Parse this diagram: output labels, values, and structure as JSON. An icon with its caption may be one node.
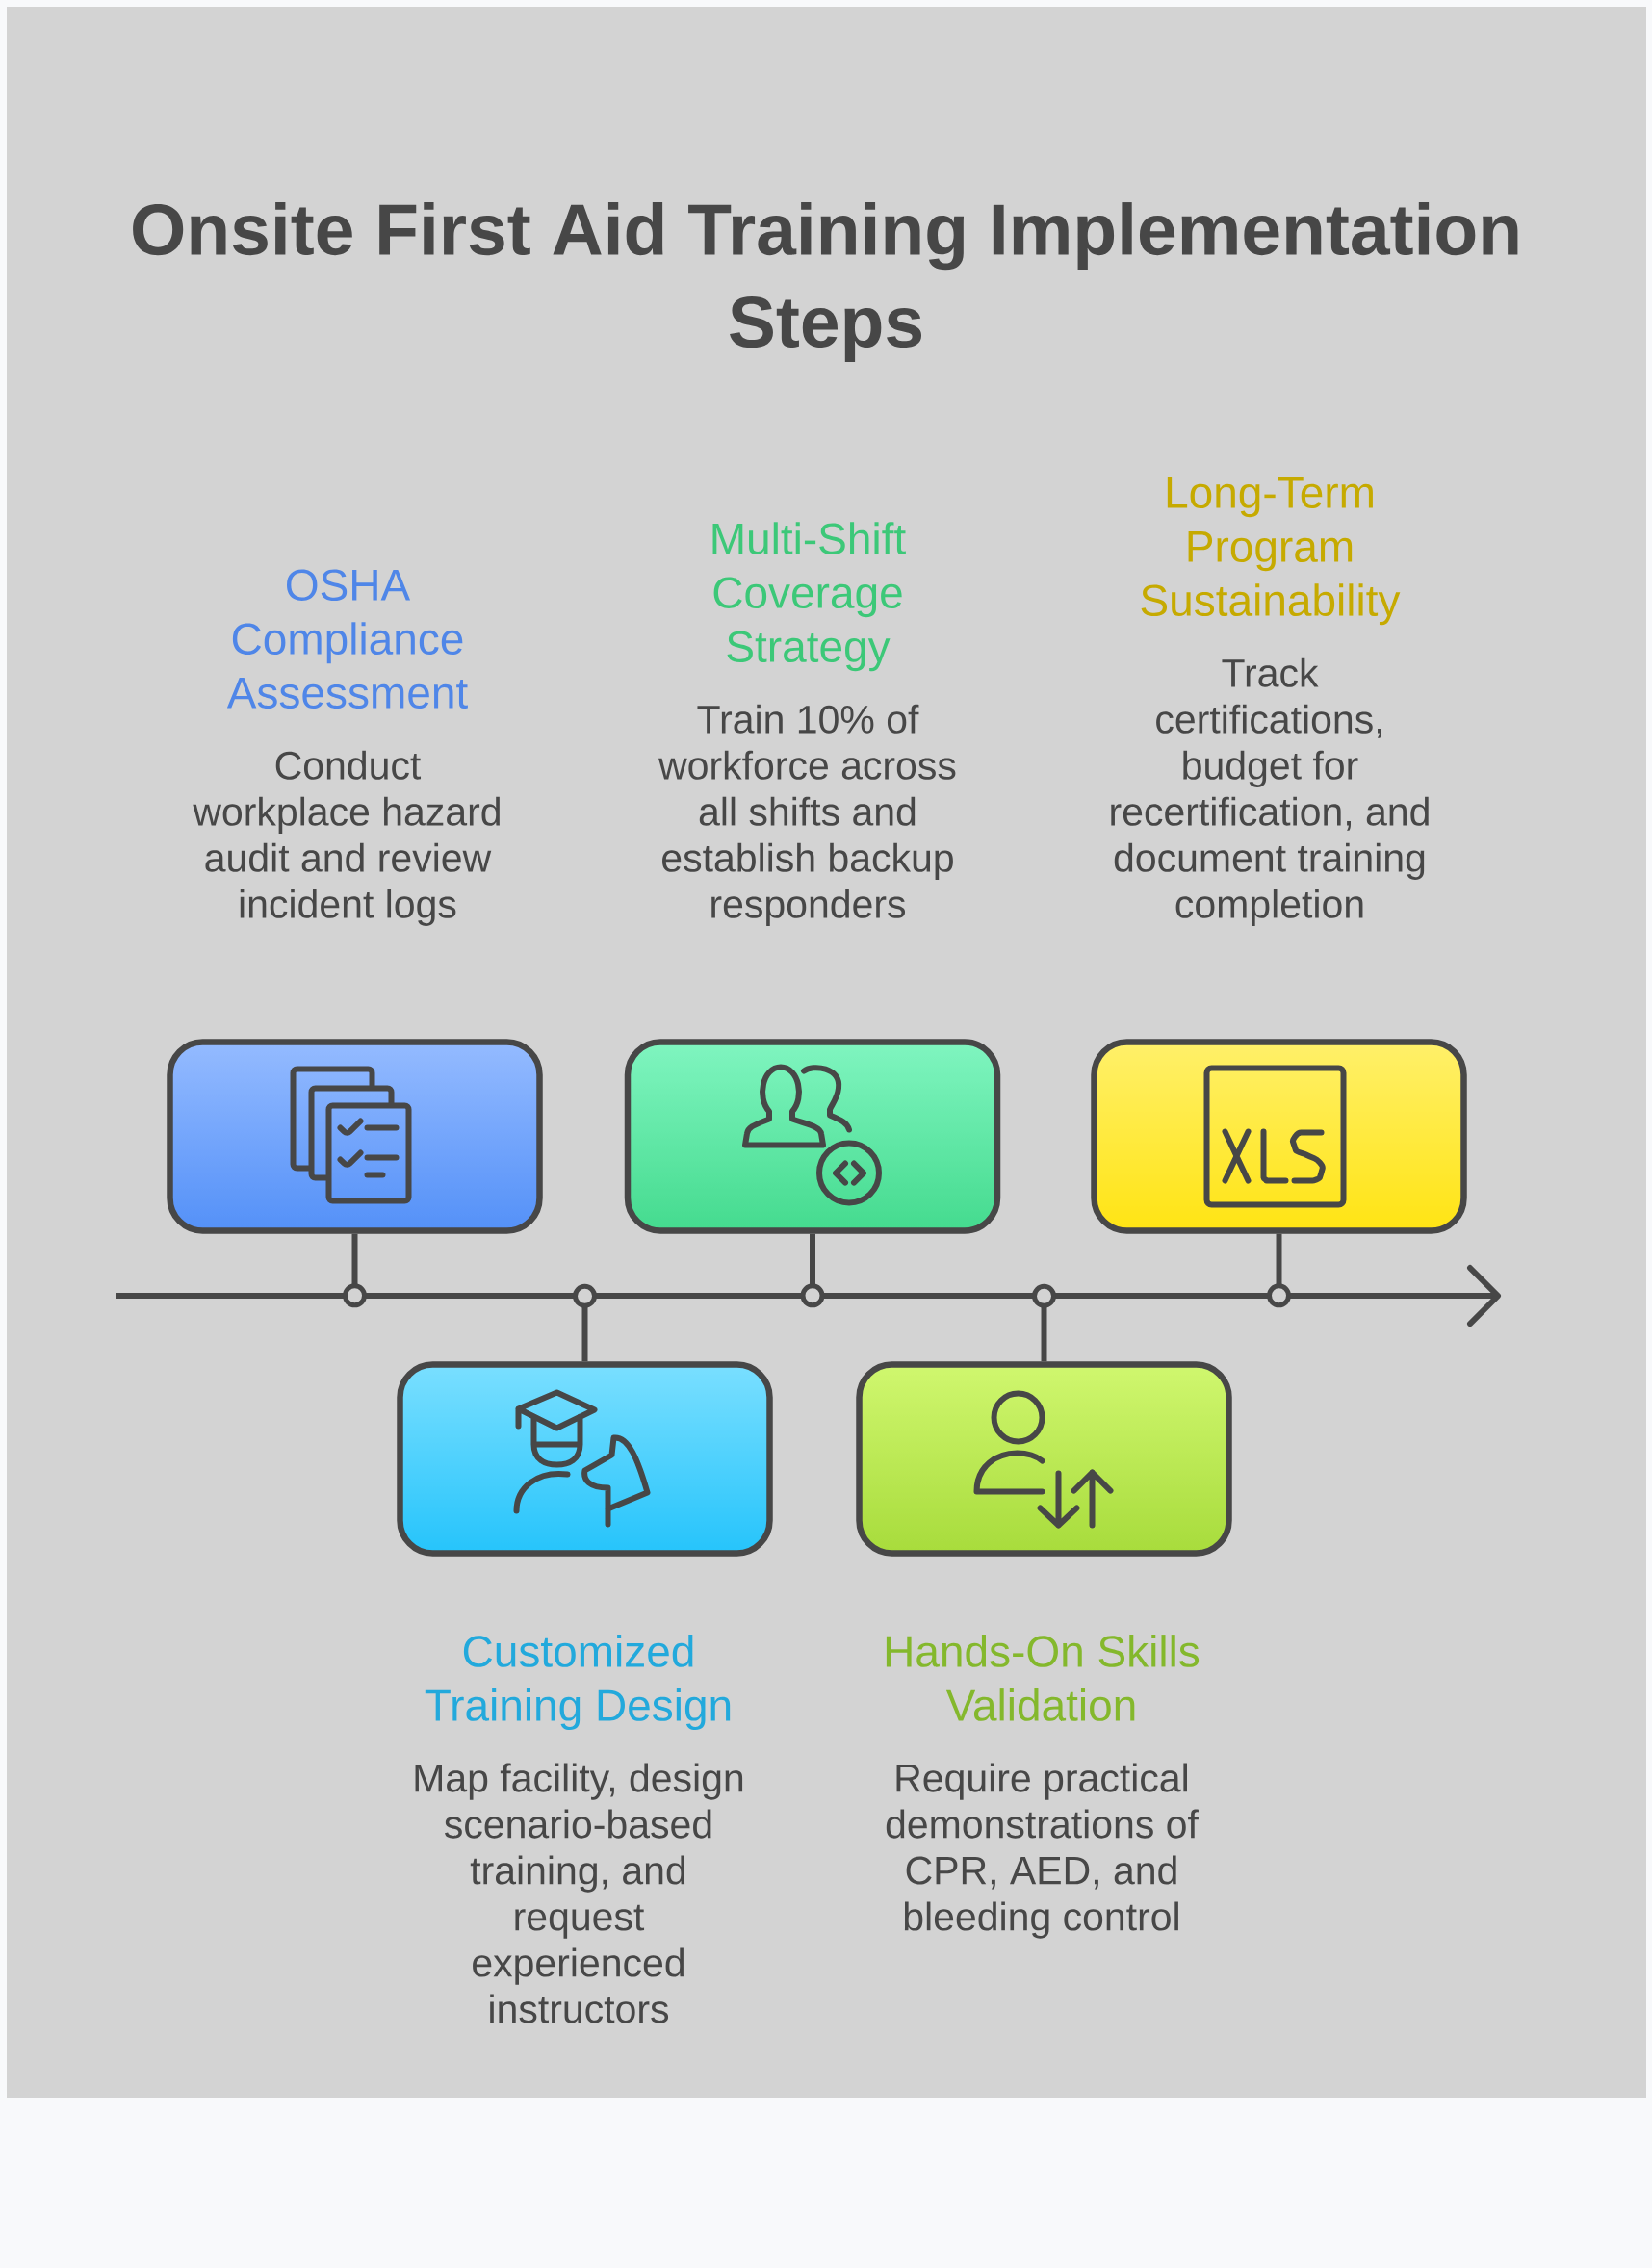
{
  "diagram": {
    "title": "Onsite First Aid Training Implementation Steps",
    "nodes": [
      {
        "text": [
          "OSHA Compliance Assessment",
          "Conduct workplace hazard audit and review incident logs"
        ]
      },
      {
        "text": [
          "Customized Training Design",
          "Map facility, design scenario-based training, and request experienced instructors"
        ]
      },
      {
        "text": [
          "Multi-Shift Coverage Strategy",
          "Train 10% of workforce across all shifts and establish backup responders"
        ]
      },
      {
        "text": [
          "Hands-On Skills Validation",
          "Require practical demonstrations of CPR, AED, and bleeding control"
        ]
      },
      {
        "text": [
          "Long-Term Program Sustainability",
          "Track certifications, budget for recertification, and document training completion"
        ]
      },
      {
        "text": [],
        "shape": "bar"
      }
    ],
    "edges": [
      {
        "from": 0,
        "to": 5,
        "arrow": "other"
      },
      {
        "from": 1,
        "to": 5,
        "arrow": "other"
      },
      {
        "from": 2,
        "to": 5,
        "arrow": "other"
      },
      {
        "from": 3,
        "to": 5,
        "arrow": "other"
      },
      {
        "from": 4,
        "to": 5,
        "arrow": "other"
      }
    ]
  }
}
